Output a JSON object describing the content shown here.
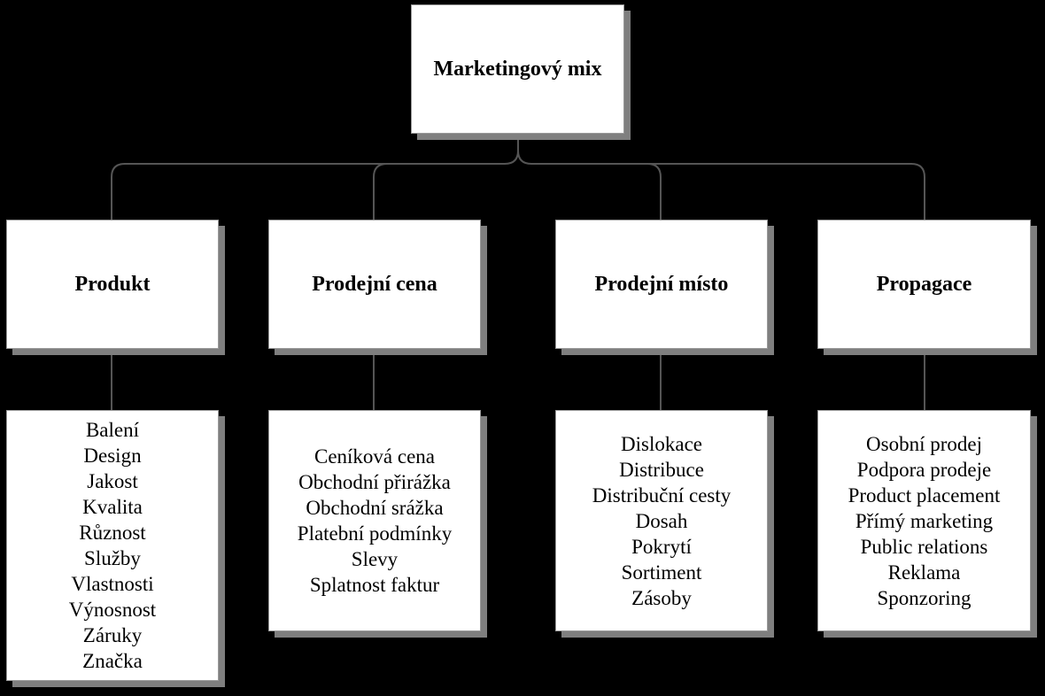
{
  "root": {
    "label": "Marketingový mix"
  },
  "categories": [
    {
      "label": "Produkt",
      "items": [
        "Balení",
        "Design",
        "Jakost",
        "Kvalita",
        "Různost",
        "Služby",
        "Vlastnosti",
        "Výnosnost",
        "Záruky",
        "Značka"
      ]
    },
    {
      "label": "Prodejní cena",
      "items": [
        "Ceníková cena",
        "Obchodní přirážka",
        "Obchodní srážka",
        "Platební podmínky",
        "Slevy",
        "Splatnost faktur"
      ]
    },
    {
      "label": "Prodejní místo",
      "items": [
        "Dislokace",
        "Distribuce",
        "Distribuční cesty",
        "Dosah",
        "Pokrytí",
        "Sortiment",
        "Zásoby"
      ]
    },
    {
      "label": "Propagace",
      "items": [
        "Osobní prodej",
        "Podpora prodeje",
        "Product placement",
        "Přímý marketing",
        "Public relations",
        "Reklama",
        "Sponzoring"
      ]
    }
  ]
}
